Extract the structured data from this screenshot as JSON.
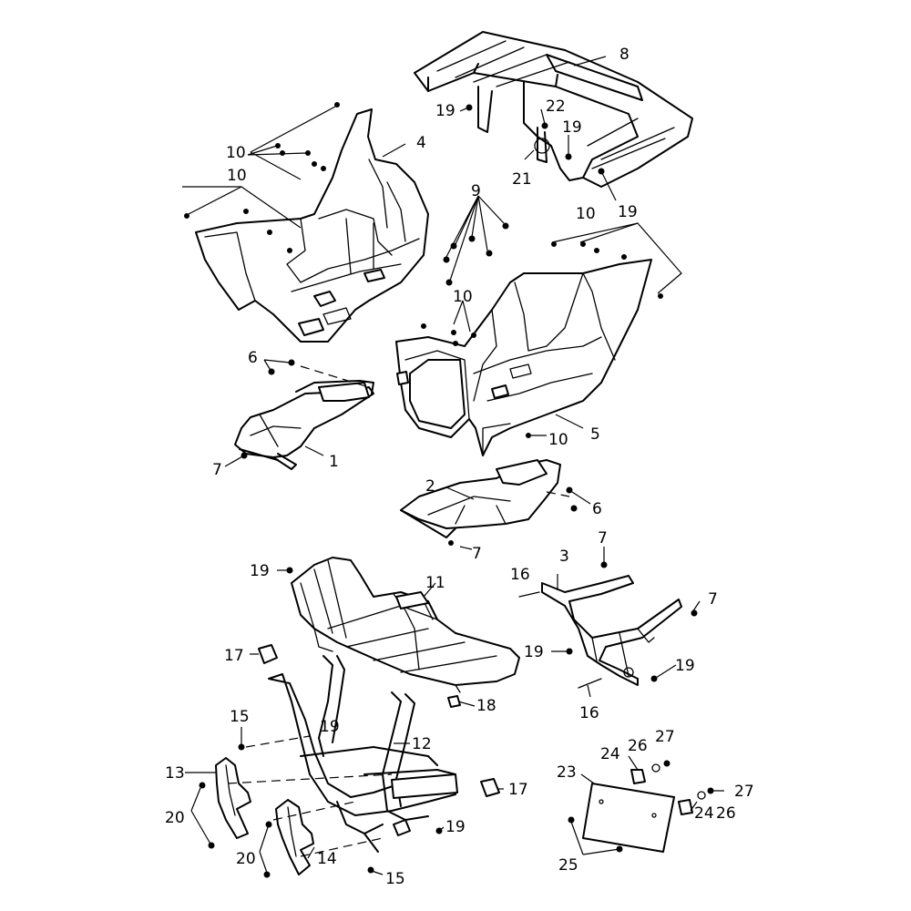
{
  "labels": {
    "l1": "1",
    "l2": "2",
    "l3": "3",
    "l4": "4",
    "l5": "5",
    "l6a": "6",
    "l6b": "6",
    "l7a": "7",
    "l7b": "7",
    "l7c": "7",
    "l7d": "7",
    "l8": "8",
    "l9": "9",
    "l10a": "10",
    "l10b": "10",
    "l10c": "10",
    "l10d": "10",
    "l10e": "10",
    "l11": "11",
    "l12": "12",
    "l13": "13",
    "l14": "14",
    "l15a": "15",
    "l15b": "15",
    "l16a": "16",
    "l16b": "16",
    "l17a": "17",
    "l17b": "17",
    "l18": "18",
    "l19a": "19",
    "l19b": "19",
    "l19c": "19",
    "l19d": "19",
    "l19e": "19",
    "l19f": "19",
    "l19g": "19",
    "l19h": "19",
    "l20a": "20",
    "l20b": "20",
    "l21": "21",
    "l22": "22",
    "l23": "23",
    "l24a": "24",
    "l24b": "24",
    "l25": "25",
    "l26a": "26",
    "l26b": "26",
    "l27a": "27",
    "l27b": "27"
  }
}
